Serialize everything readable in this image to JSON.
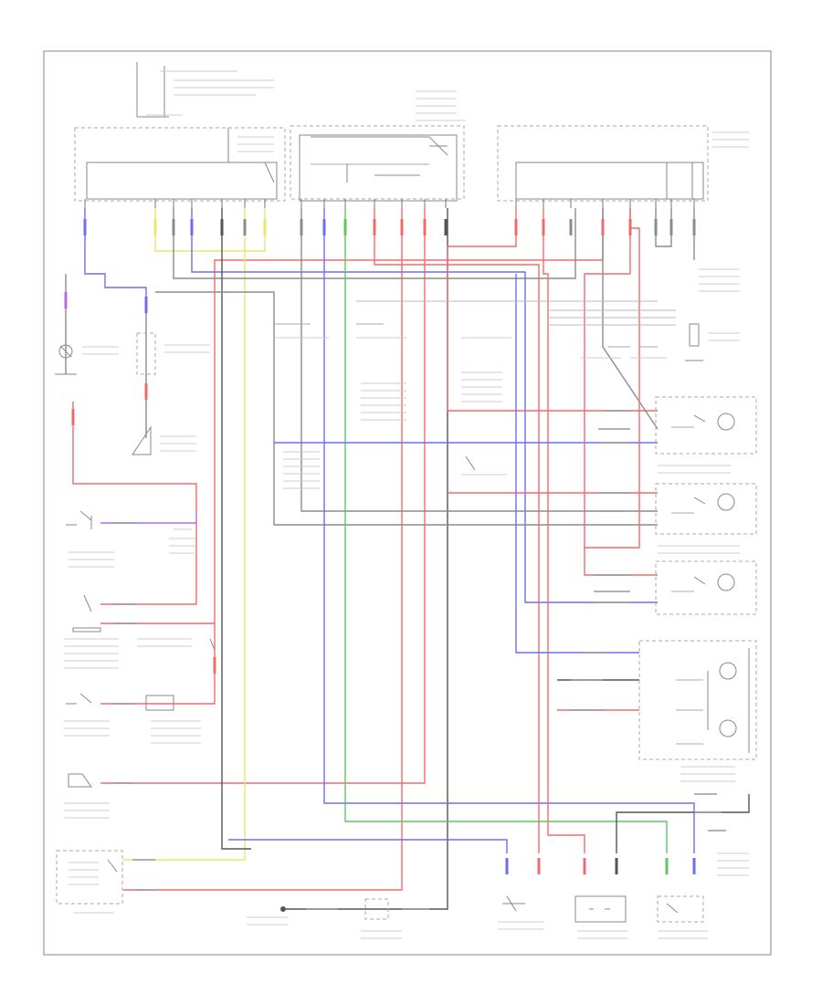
{
  "diagram": {
    "figure_code": "",
    "colors": {
      "red": "#f26b6b",
      "blue": "#6e6ef0",
      "green": "#5ec95e",
      "yellow": "#e8e86a",
      "purple": "#b46ee0",
      "gray": "#8c8c8c",
      "dark": "#555555"
    },
    "components": [
      {
        "id": "fuse-block",
        "label": ""
      },
      {
        "id": "smart-junction-box-left",
        "label": ""
      },
      {
        "id": "smart-junction-box-center",
        "label": ""
      },
      {
        "id": "smart-junction-box-right",
        "label": ""
      },
      {
        "id": "luggage-lamp",
        "label": ""
      },
      {
        "id": "luggage-switch",
        "label": ""
      },
      {
        "id": "luggage-unlock-switch",
        "label": ""
      },
      {
        "id": "door-lock-indicator-switch",
        "label": ""
      },
      {
        "id": "front-door-lock-switch",
        "label": ""
      },
      {
        "id": "left-door-lock-switch",
        "label": ""
      },
      {
        "id": "ignition-switch",
        "label": ""
      },
      {
        "id": "left-front-door-lock-unit",
        "label": ""
      },
      {
        "id": "right-front-door-lock-unit",
        "label": ""
      },
      {
        "id": "right-rear-door-lock-unit",
        "label": ""
      },
      {
        "id": "left-rear-door-lock-unit",
        "label": ""
      },
      {
        "id": "left-door-unlock-unit",
        "label": ""
      },
      {
        "id": "right-door-unlock-unit",
        "label": ""
      },
      {
        "id": "back-door-unlock-unit",
        "label": ""
      },
      {
        "id": "junction-ground",
        "label": ""
      }
    ]
  }
}
